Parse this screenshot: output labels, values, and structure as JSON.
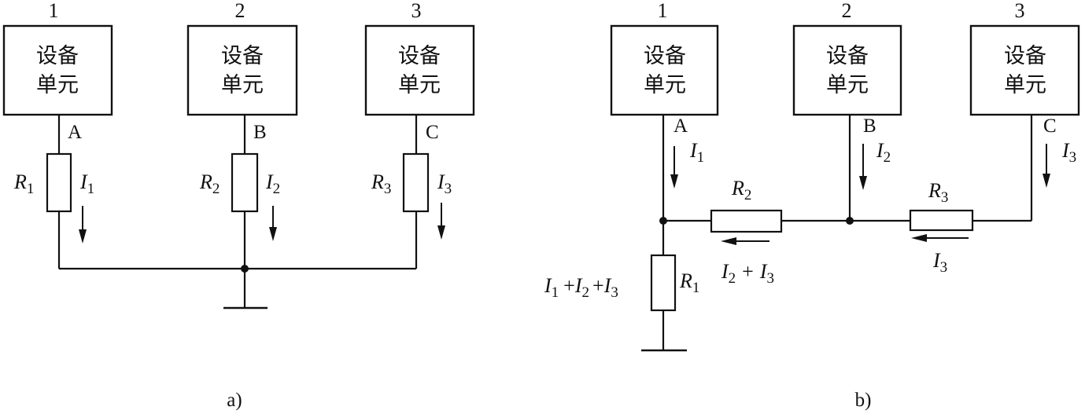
{
  "units": [
    {
      "number": "1",
      "line1": "设备",
      "line2": "单元",
      "node": "A"
    },
    {
      "number": "2",
      "line1": "设备",
      "line2": "单元",
      "node": "B"
    },
    {
      "number": "3",
      "line1": "设备",
      "line2": "单元",
      "node": "C"
    }
  ],
  "symbols": {
    "R": "R",
    "I": "I",
    "sub1": "1",
    "sub2": "2",
    "sub3": "3",
    "plus": "+"
  },
  "captions": {
    "a": "a)",
    "b": "b)"
  }
}
